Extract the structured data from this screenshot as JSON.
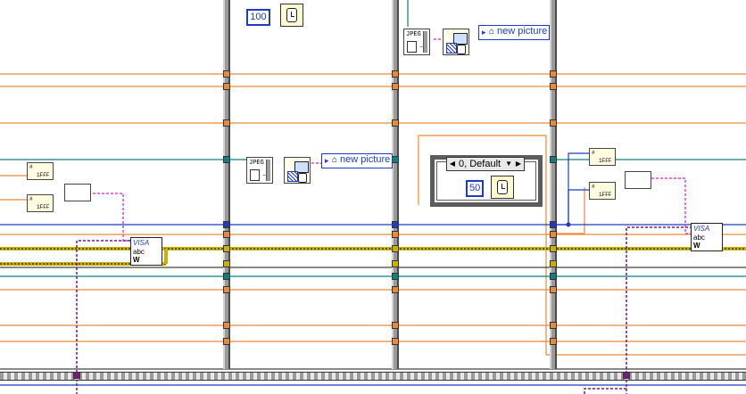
{
  "diagram": {
    "wait_constants": [
      "100",
      "50"
    ],
    "jpeg_nodes": [
      "JPEG",
      "JPEG"
    ],
    "local_variables": [
      "new picture",
      "new picture"
    ],
    "case_selector": {
      "value": "0, Default",
      "left_arrow": "◀",
      "right_arrow": "▶",
      "dropdown": "▼"
    },
    "bundle_labels": [
      "1FFF",
      "1FFF",
      "1FFF",
      "1FFF"
    ],
    "visa_nodes": [
      {
        "line1": "VISA",
        "line2": "abc"
      },
      {
        "line1": "VISA",
        "line2": "abc"
      }
    ],
    "icons": [
      "wait-ms-icon",
      "write-jpeg-icon",
      "draw-picture-icon",
      "visa-write-icon",
      "bundle-icon",
      "unbundle-icon"
    ],
    "colors": {
      "orange_wire": "#ea8a38",
      "teal_wire": "#0d7f83",
      "blue_wire": "#1f3bbf",
      "pink_wire": "#e040e0",
      "purple_wire": "#7a1a7a",
      "yellow_wire": "#c9b200",
      "loop_gray": "#6e6e6e"
    }
  }
}
